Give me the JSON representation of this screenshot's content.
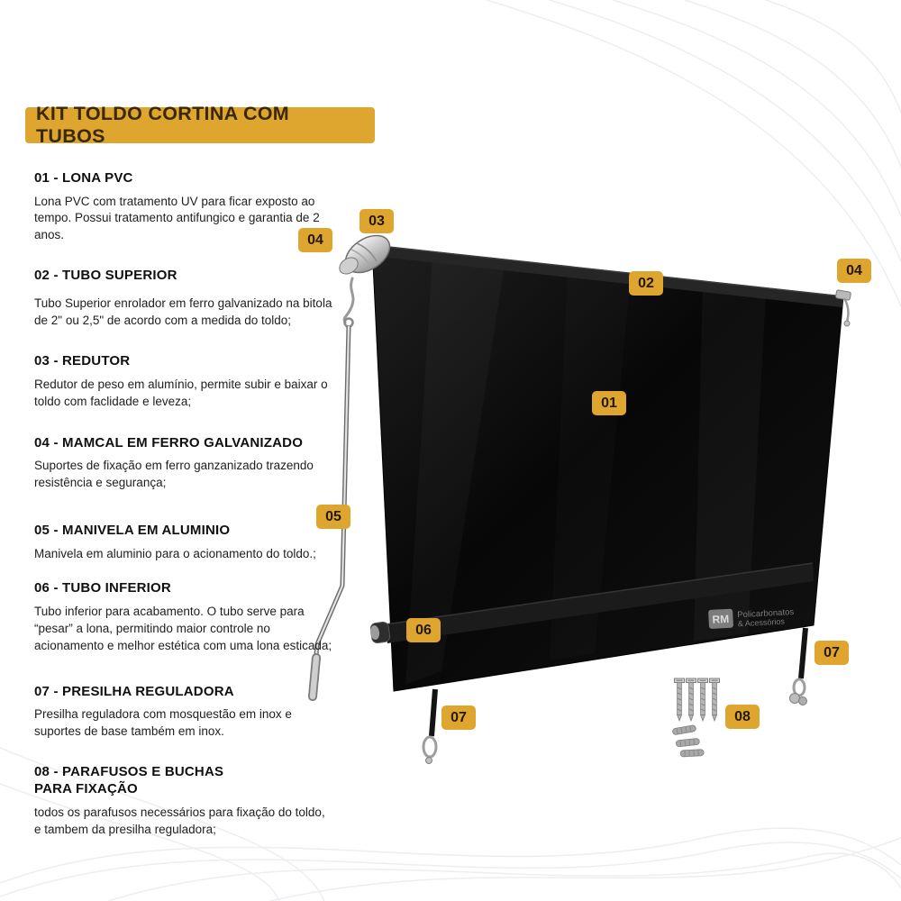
{
  "title": "KIT TOLDO CORTINA COM TUBOS",
  "sections": [
    {
      "heading": "01 - LONA PVC",
      "body": "Lona PVC com tratamento UV para ficar exposto ao tempo. Possui tratamento antifungico e garantia de 2 anos."
    },
    {
      "heading": "02 - TUBO SUPERIOR",
      "body": "Tubo Superior enrolador em ferro galvanizado na bitola de 2\" ou 2,5\" de acordo com a medida do toldo;"
    },
    {
      "heading": "03 - REDUTOR",
      "body": "Redutor de peso em alumínio, permite subir e baixar o toldo com faclidade e leveza;"
    },
    {
      "heading": "04 - MAMCAL  EM FERRO GALVANIZADO",
      "body": "Suportes de fixação em ferro ganzanizado trazendo resistência e segurança;"
    },
    {
      "heading": "05 - MANIVELA EM ALUMINIO",
      "body": "Manivela em aluminio para o acionamento do toldo.;"
    },
    {
      "heading": "06 - TUBO INFERIOR",
      "body": "Tubo inferior para acabamento. O tubo serve para “pesar” a lona, permitindo maior controle no acionamento e melhor estética com uma lona esticada;"
    },
    {
      "heading": "07 - PRESILHA REGULADORA",
      "body": "Presilha reguladora com mosquestão em inox e suportes de base também em inox."
    },
    {
      "heading": "08 - PARAFUSOS E BUCHAS PARA FIXAÇÃO",
      "body": "todos os parafusos necessários para fixação do toldo, e tambem da presilha reguladora;"
    }
  ],
  "diagram": {
    "badges": [
      {
        "label": "03"
      },
      {
        "label": "04"
      },
      {
        "label": "02"
      },
      {
        "label": "04"
      },
      {
        "label": "01"
      },
      {
        "label": "05"
      },
      {
        "label": "06"
      },
      {
        "label": "07"
      },
      {
        "label": "07"
      },
      {
        "label": "08"
      }
    ],
    "watermark": {
      "logo": "RM",
      "line1": "Policarbonatos",
      "line2": "& Acessórios"
    }
  },
  "colors": {
    "accent": "#DFA62F",
    "badge_text": "#241900",
    "canvas": "#0a0a0a"
  }
}
